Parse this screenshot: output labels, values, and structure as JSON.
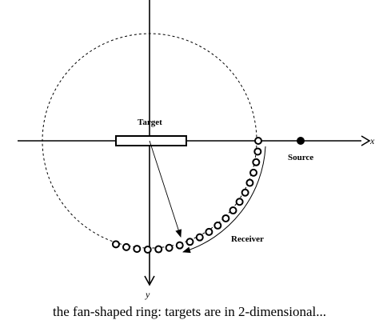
{
  "diagram": {
    "target_label": "Target",
    "source_label": "Source",
    "receiver_label": "Receiver",
    "x_axis_label": "x",
    "y_axis_label": "y",
    "receiver_count": 20,
    "receiver_arc_degrees": [
      0,
      108
    ]
  },
  "caption": {
    "text": "the fan-shaped ring: targets are in 2-dimensional..."
  },
  "colors": {
    "stroke": "#000000",
    "background": "#ffffff"
  }
}
